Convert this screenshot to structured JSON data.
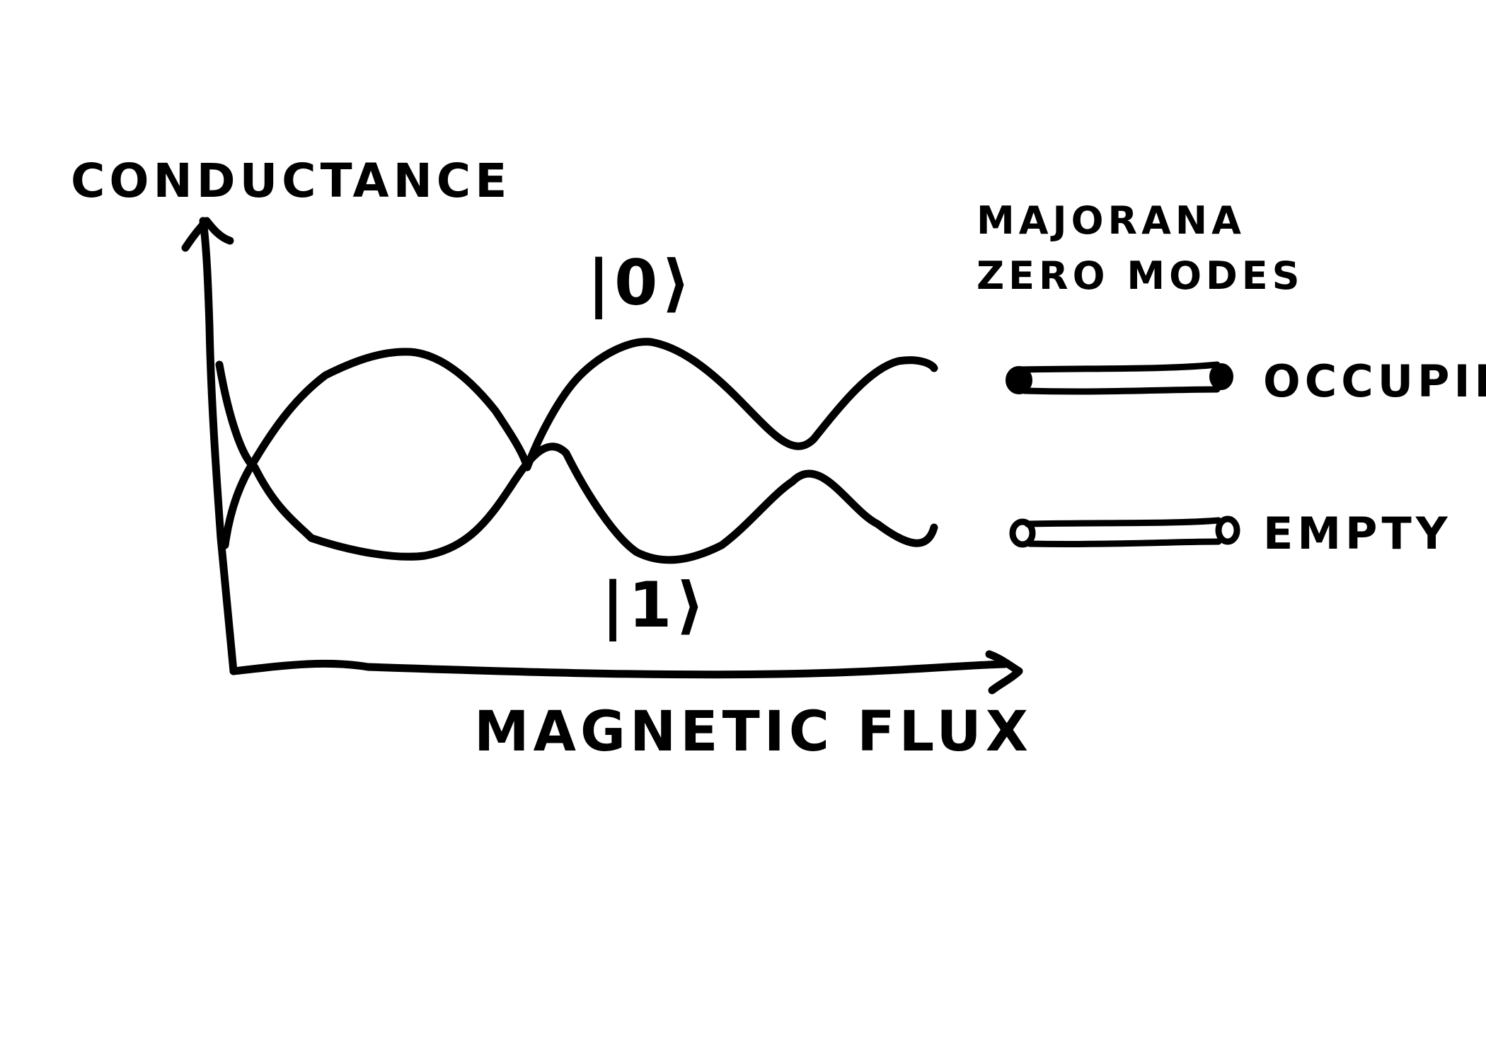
{
  "diagram": {
    "y_axis_label": "CONDUCTANCE",
    "x_axis_label": "MAGNETIC FLUX",
    "state_zero": "|0⟩",
    "state_one": "|1⟩",
    "legend": {
      "title_line1": "MAJORANA",
      "title_line2": "ZERO MODES",
      "occupied_label": "OCCUPIED",
      "empty_label": "EMPTY"
    },
    "ink_color": "#000000",
    "background_color": "#ffffff"
  }
}
